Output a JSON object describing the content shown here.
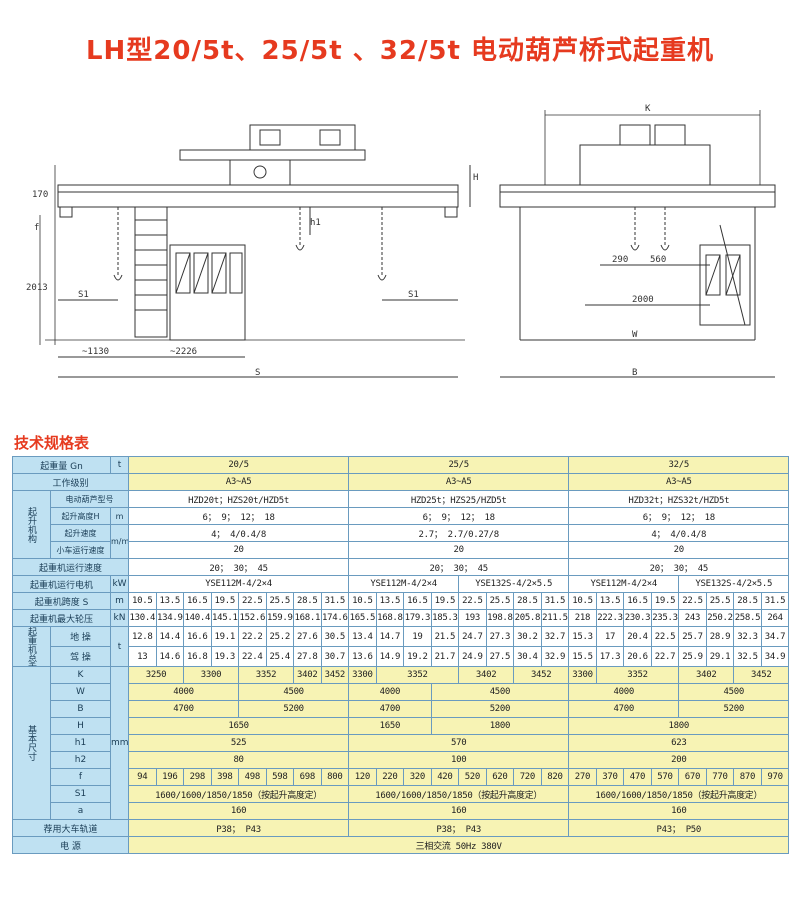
{
  "title": "LH型20/5t、25/5t 、32/5t 电动葫芦桥式起重机",
  "spec_title": "技术规格表",
  "drawing_labels": {
    "left": [
      "170",
      "f",
      "2013",
      "S1",
      "~1130",
      "~2226",
      "S",
      "H",
      "h1"
    ],
    "right": [
      "K",
      "290",
      "560",
      "2000",
      "W",
      "B"
    ]
  },
  "groups": {
    "lift": "起升机构",
    "weight": "起重机总重",
    "dims": "基本尺寸",
    "weight_unit": "t",
    "dims_unit": "mm",
    "tmin": "m/min"
  },
  "rows": {
    "capacity": {
      "label": "起重量 Gn",
      "unit": "t",
      "v": [
        "20/5",
        "25/5",
        "32/5"
      ]
    },
    "duty": {
      "label": "工作级别",
      "v": [
        "A3~A5",
        "A3~A5",
        "A3~A5"
      ]
    },
    "hoist_model": {
      "label": "电动葫芦型号",
      "v": [
        "HZD20t；HZS20t/HZD5t",
        "HZD25t；HZS25/HZD5t",
        "HZD32t；HZS32t/HZD5t"
      ]
    },
    "lift_height": {
      "label": "起升高度H",
      "unit": "m",
      "v": [
        "6； 9； 12； 18",
        "6； 9； 12； 18",
        "6； 9； 12； 18"
      ]
    },
    "lift_speed": {
      "label": "起升速度",
      "v": [
        "4； 4/0.4/8",
        "2.7； 2.7/0.27/8",
        "4； 4/0.4/8"
      ]
    },
    "trolley_speed": {
      "label": "小车运行速度",
      "v": [
        "20",
        "20",
        "20"
      ]
    },
    "crane_speed": {
      "label": "起重机运行速度",
      "v": [
        "20； 30； 45",
        "20； 30； 45",
        "20； 30； 45"
      ]
    },
    "crane_motor": {
      "label": "起重机运行电机",
      "unit": "kW",
      "v": [
        "YSE112M-4/2×4",
        "YSE112M-4/2×4",
        "YSE132S-4/2×5.5",
        "YSE112M-4/2×4",
        "YSE132S-4/2×5.5"
      ]
    },
    "span": {
      "label": "起重机跨度 S",
      "unit": "m",
      "v": [
        "10.5",
        "13.5",
        "16.5",
        "19.5",
        "22.5",
        "25.5",
        "28.5",
        "31.5",
        "10.5",
        "13.5",
        "16.5",
        "19.5",
        "22.5",
        "25.5",
        "28.5",
        "31.5",
        "10.5",
        "13.5",
        "16.5",
        "19.5",
        "22.5",
        "25.5",
        "28.5",
        "31.5"
      ]
    },
    "wheel_load": {
      "label": "起重机最大轮压",
      "unit": "kN",
      "v": [
        "130.4",
        "134.9",
        "140.4",
        "145.1",
        "152.6",
        "159.9",
        "168.1",
        "174.6",
        "165.5",
        "168.8",
        "179.3",
        "185.3",
        "193",
        "198.8",
        "205.8",
        "211.5",
        "218",
        "222.3",
        "230.3",
        "235.3",
        "243",
        "250.2",
        "258.5",
        "264"
      ]
    },
    "weight_ground": {
      "label": "地 操",
      "v": [
        "12.8",
        "14.4",
        "16.6",
        "19.1",
        "22.2",
        "25.2",
        "27.6",
        "30.5",
        "13.4",
        "14.7",
        "19",
        "21.5",
        "24.7",
        "27.3",
        "30.2",
        "32.7",
        "15.3",
        "17",
        "20.4",
        "22.5",
        "25.7",
        "28.9",
        "32.3",
        "34.7"
      ]
    },
    "weight_cab": {
      "label": "驾 操",
      "v": [
        "13",
        "14.6",
        "16.8",
        "19.3",
        "22.4",
        "25.4",
        "27.8",
        "30.7",
        "13.6",
        "14.9",
        "19.2",
        "21.7",
        "24.9",
        "27.5",
        "30.4",
        "32.9",
        "15.5",
        "17.3",
        "20.6",
        "22.7",
        "25.9",
        "29.1",
        "32.5",
        "34.9"
      ]
    },
    "K": {
      "label": "K",
      "v": [
        "3250",
        "3300",
        "3352",
        "3402",
        "3452",
        "3300",
        "3352",
        "3402",
        "3452",
        "3300",
        "3352",
        "3402",
        "3452"
      ]
    },
    "W": {
      "label": "W",
      "v": [
        "4000",
        "4500",
        "4000",
        "4500",
        "4000",
        "4500"
      ]
    },
    "B": {
      "label": "B",
      "v": [
        "4700",
        "5200",
        "4700",
        "5200",
        "4700",
        "5200"
      ]
    },
    "H": {
      "label": "H",
      "v": [
        "1650",
        "1650",
        "1800",
        "1800"
      ]
    },
    "h1": {
      "label": "h1",
      "v": [
        "525",
        "570",
        "623"
      ]
    },
    "h2": {
      "label": "h2",
      "v": [
        "80",
        "100",
        "200"
      ]
    },
    "f": {
      "label": "f",
      "v": [
        "94",
        "196",
        "298",
        "398",
        "498",
        "598",
        "698",
        "800",
        "120",
        "220",
        "320",
        "420",
        "520",
        "620",
        "720",
        "820",
        "270",
        "370",
        "470",
        "570",
        "670",
        "770",
        "870",
        "970"
      ]
    },
    "S1": {
      "label": "S1",
      "v": [
        "1600/1600/1850/1850（按起升高度定）",
        "1600/1600/1850/1850（按起升高度定）",
        "1600/1600/1850/1850（按起升高度定）"
      ]
    },
    "a": {
      "label": "a",
      "v": [
        "160",
        "160",
        "160"
      ]
    },
    "rail": {
      "label": "荐用大车轨道",
      "v": [
        "P38； P43",
        "P38； P43",
        "P43； P50"
      ]
    },
    "power": {
      "label": "电 源",
      "v": [
        "三相交流 50Hz 380V"
      ]
    }
  },
  "colors": {
    "title": "#e63a1f",
    "header_bg": "#bfe1f2",
    "cell_yellow": "#f7f3b4",
    "border": "#6a9bbf"
  }
}
